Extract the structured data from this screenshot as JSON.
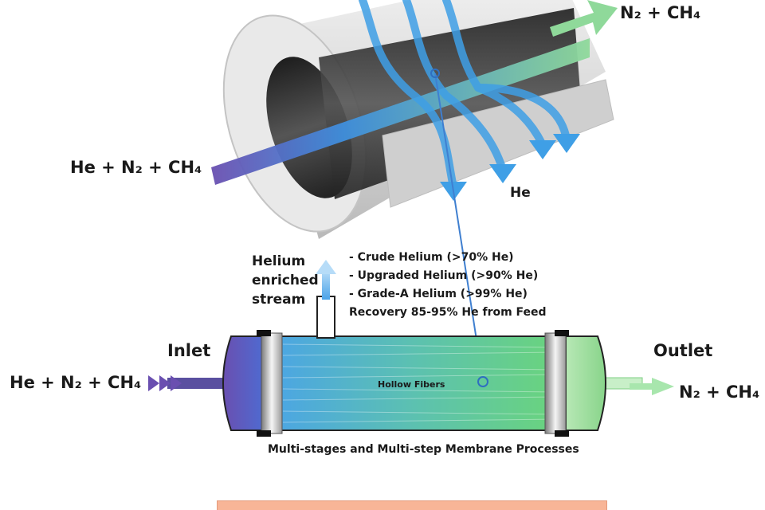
{
  "labels": {
    "top_outlet": "N₂ + CH₄",
    "top_feed": "He + N₂ + CH₄",
    "top_permeate": "He",
    "helium_stream": [
      "Helium",
      "enriched",
      "stream"
    ],
    "grades": [
      "- Crude Helium (>70% He)",
      "- Upgraded Helium (>90% He)",
      "- Grade-A Helium (>99% He)",
      "Recovery 85-95% He from Feed"
    ],
    "inlet": "Inlet",
    "outlet": "Outlet",
    "feed": "He + N₂ + CH₄",
    "retentate": "N₂ + CH₄",
    "hollow_fibers": "Hollow Fibers",
    "caption": "Multi-stages and Multi-step Membrane Processes"
  },
  "colors": {
    "feed_purple": "#6a4fb0",
    "helium_blue": "#3f9fe6",
    "retentate_green": "#8fd99a",
    "tube_gray": "#d6d6d6",
    "module_blue": "#4aa3e8",
    "module_green": "#6bd57a",
    "bottom_box": "#f8b597"
  }
}
